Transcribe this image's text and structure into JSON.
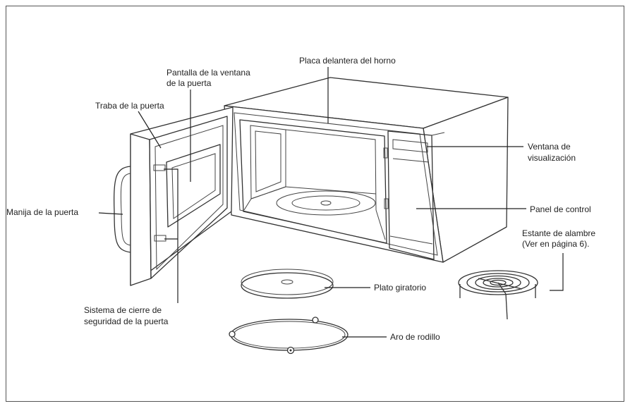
{
  "labels": {
    "placa": "Placa delantera del horno",
    "pantalla_1": "Pantalla de la ventana",
    "pantalla_2": "de la puerta",
    "traba": "Traba de la puerta",
    "ventana_1": "Ventana de",
    "ventana_2": "visualización",
    "manija": "Manija de la puerta",
    "panel": "Panel de control",
    "estante_1": "Estante de alambre",
    "estante_2": "(Ver en página 6).",
    "plato": "Plato giratorio",
    "sistema_1": "Sistema de cierre de",
    "sistema_2": "seguridad de la puerta",
    "aro": "Aro de rodillo"
  },
  "colors": {
    "line": "#222222",
    "frame": "#555555"
  }
}
